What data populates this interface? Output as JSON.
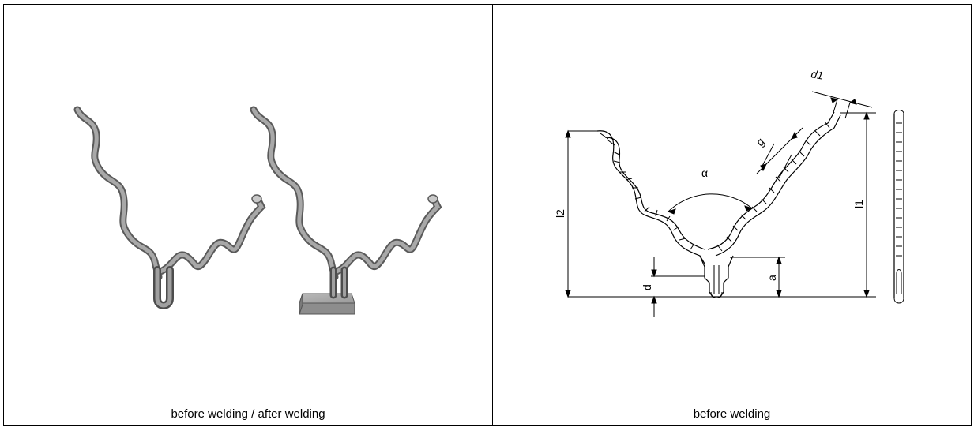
{
  "left_panel": {
    "caption": "before welding / after welding"
  },
  "right_panel": {
    "caption": "before welding",
    "dimensions": {
      "d1": "d1",
      "g": "g",
      "alpha": "α",
      "l1": "l1",
      "l2": "l2",
      "a": "a",
      "d": "d"
    }
  }
}
